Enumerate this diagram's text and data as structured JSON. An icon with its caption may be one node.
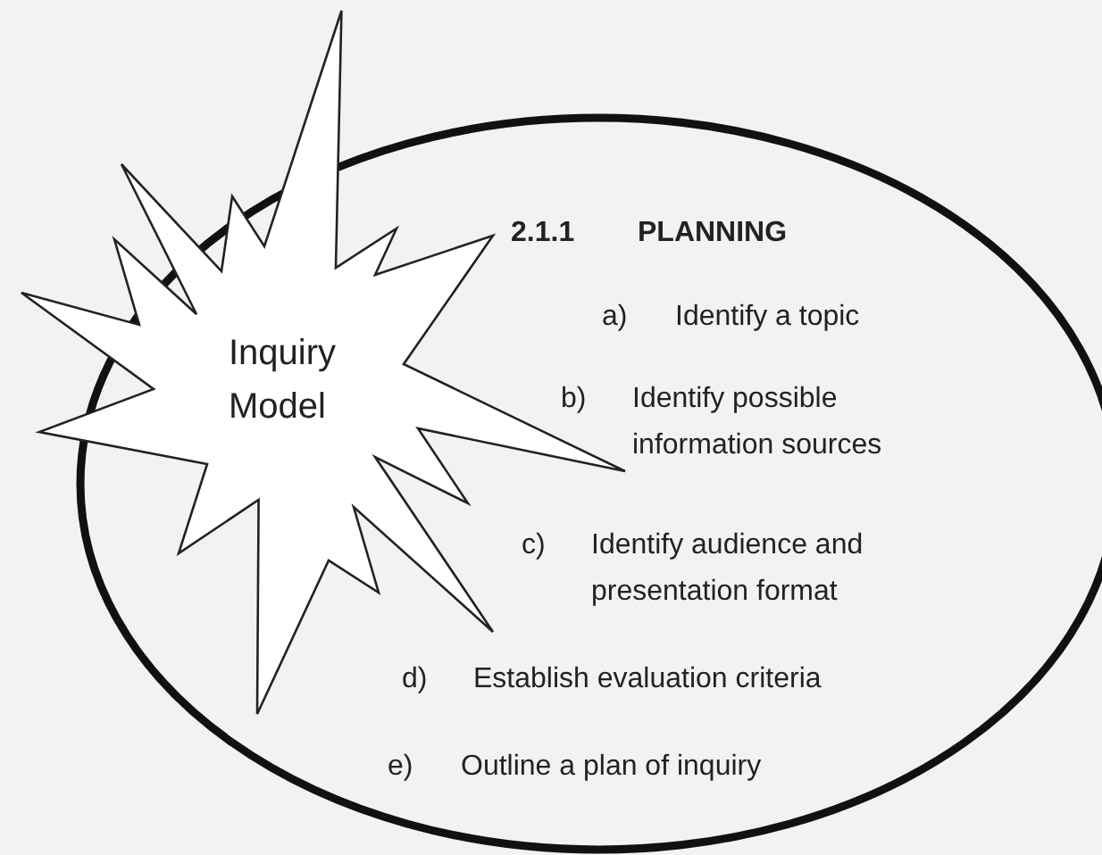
{
  "diagram": {
    "nodes": [
      {
        "text": [
          "2.1.1",
          "PLANNING",
          "a)",
          "Identify a topic",
          "b)",
          "Identify possible information sources",
          "c)",
          "Identify audience and presentation format",
          "d)",
          "Establish evaluation criteria",
          "e)",
          "Outline a plan of inquiry"
        ]
      },
      {
        "text": [
          "Inquiry Model"
        ]
      }
    ]
  }
}
